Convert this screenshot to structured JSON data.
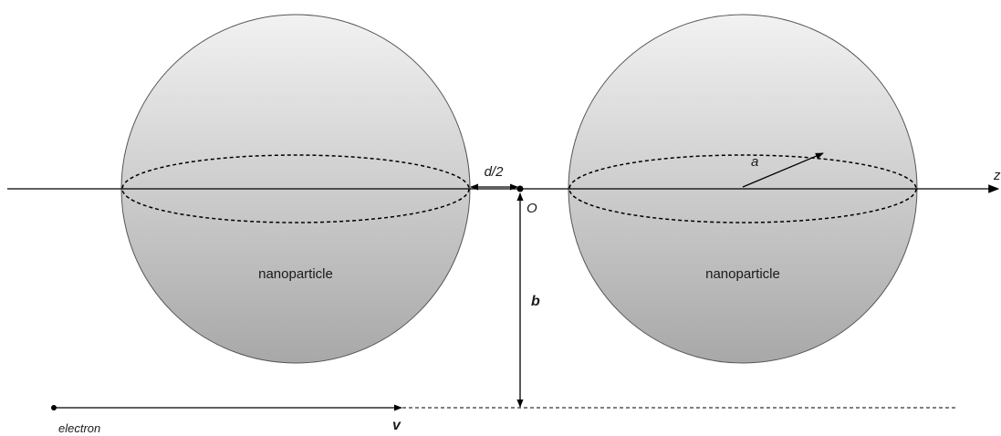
{
  "labels": {
    "left_particle": "nanoparticle",
    "right_particle": "nanoparticle",
    "gap": "d/2",
    "origin": "O",
    "axis": "z",
    "radius": "a",
    "impact_parameter": "b",
    "velocity": "v",
    "electron": "electron"
  },
  "colors": {
    "sphere_top": "#f2f2f2",
    "sphere_bottom": "#a8a8a8",
    "line": "#000000"
  }
}
